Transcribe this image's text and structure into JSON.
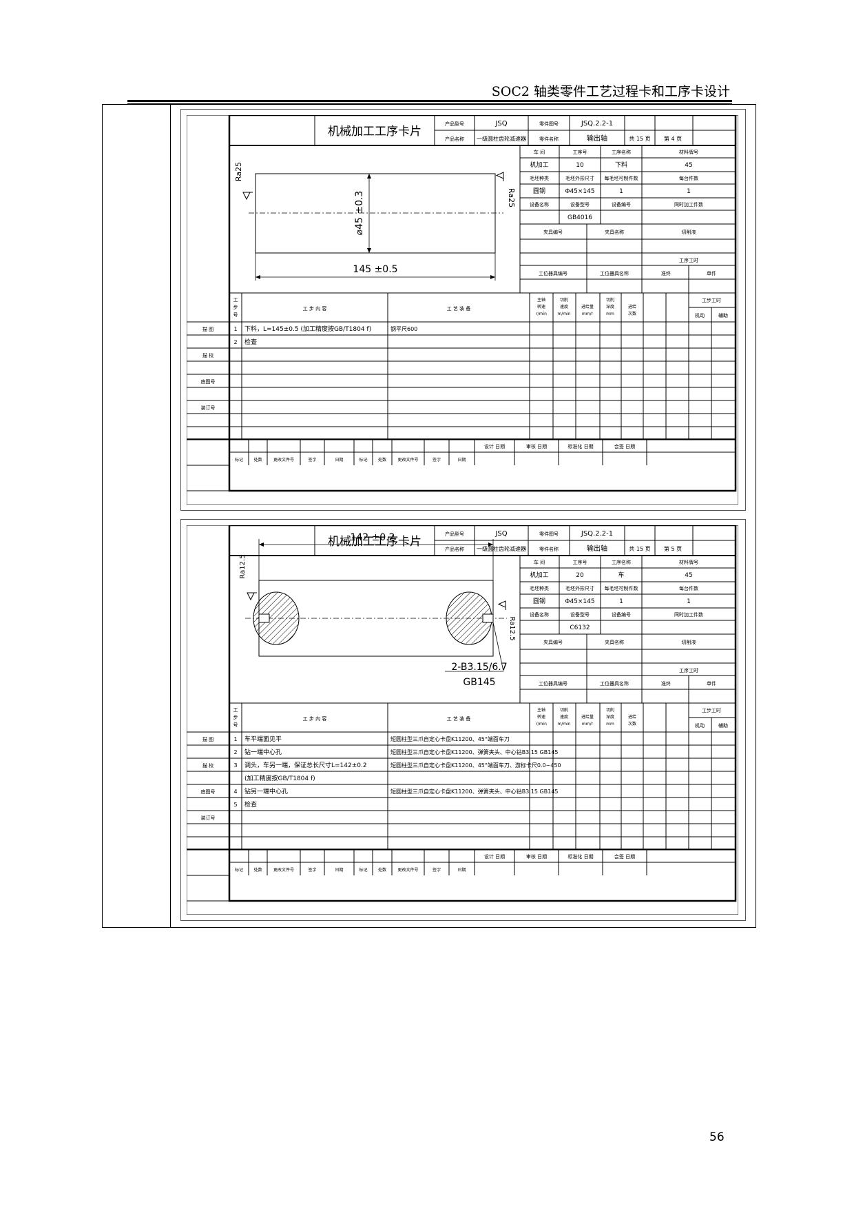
{
  "header": {
    "title": "SOC2 轴类零件工艺过程卡和工序卡设计"
  },
  "page_number": "56",
  "labels": {
    "card_title": "机械加工工序卡片",
    "product_model": "产品型号",
    "product_name": "产品名称",
    "part_drawing_no": "零件图号",
    "part_name": "零件名称",
    "total": "共",
    "page": "第",
    "sheet": "页",
    "workshop": "车 间",
    "process_no": "工序号",
    "process_name": "工序名称",
    "material_grade": "材料牌号",
    "blank_type": "毛坯种类",
    "blank_dims": "毛坯外形尺寸",
    "blanks_per_piece": "每毛坯可制件数",
    "pieces_per_unit": "每台件数",
    "equipment_name": "设备名称",
    "equipment_model": "设备型号",
    "equipment_no": "设备编号",
    "concurrent_pieces": "同时加工件数",
    "fixture_no": "夹具编号",
    "fixture_name": "夹具名称",
    "coolant": "切削液",
    "station_tool_no": "工位器具编号",
    "station_tool_name": "工位器具名称",
    "process_time": "工序工时",
    "time_standard": "准终",
    "time_unit": "单件",
    "step_no": [
      "工",
      "步",
      "号"
    ],
    "step_content": "工 步 内 容",
    "process_equipment": "工 艺 装 备",
    "spindle_speed": [
      "主轴",
      "转速",
      "r/min"
    ],
    "cutting_speed": [
      "切削",
      "速度",
      "m/min"
    ],
    "feed": [
      "进给量",
      "mm/r"
    ],
    "cut_depth": [
      "切削",
      "深度",
      "mm"
    ],
    "feed_count": [
      "进给",
      "次数"
    ],
    "step_time": "工步工时",
    "step_time_machine": "机动",
    "step_time_aux": "辅助",
    "design_date": "设计 日期",
    "review_date": "审核 日期",
    "standard_date": "标准化 日期",
    "sign_date": "会签 日期",
    "rev_mark": "标记",
    "rev_count": "处数",
    "rev_doc": "更改文件号",
    "rev_sign": "签字",
    "rev_date": "日期",
    "side_drawing": "描 图",
    "side_check": "描 校",
    "side_base": "底图号",
    "side_binding": "装订号"
  },
  "cards": [
    {
      "product_model": "JSQ",
      "product_name": "一级圆柱齿轮减速器",
      "part_drawing_no": "JSQ.2.2-1",
      "part_name": "输出轴",
      "total_pages": "15",
      "page_no": "4",
      "workshop": "机加工",
      "process_no": "10",
      "process_name": "下料",
      "material": "45",
      "blank_type": "圆钢",
      "blank_dims": "Φ45×145",
      "blanks_per_piece": "1",
      "pieces_per_unit": "1",
      "equipment_model": "GB4016",
      "drawing": {
        "dim_length": "145 ±0.5",
        "dim_diameter": "⌀45 ±0.3",
        "roughness_left": "Ra25",
        "roughness_right": "Ra25"
      },
      "steps": [
        {
          "no": "1",
          "content": "下料，L=145±0.5 (加工精度按GB/T1804 f)",
          "equipment": "钢平尺600"
        },
        {
          "no": "2",
          "content": "检查",
          "equipment": ""
        }
      ]
    },
    {
      "product_model": "JSQ",
      "product_name": "一级圆柱齿轮减速器",
      "part_drawing_no": "JSQ.2.2-1",
      "part_name": "输出轴",
      "total_pages": "15",
      "page_no": "5",
      "workshop": "机加工",
      "process_no": "20",
      "process_name": "车",
      "material": "45",
      "blank_type": "圆钢",
      "blank_dims": "Φ45×145",
      "blanks_per_piece": "1",
      "pieces_per_unit": "1",
      "equipment_model": "C6132",
      "drawing": {
        "dim_length": "142 ±0.2",
        "roughness_left": "Ra12.5",
        "roughness_right": "Ra12.5",
        "center_hole": "2-B3.15/6.7",
        "center_std": "GB145"
      },
      "steps": [
        {
          "no": "1",
          "content": "车平端面见平",
          "equipment": "短圆柱型三爪自定心卡盘K11200、45°端面车刀"
        },
        {
          "no": "2",
          "content": "钻一端中心孔",
          "equipment": "短圆柱型三爪自定心卡盘K11200、弹簧夹头、中心钻B3.15 GB145"
        },
        {
          "no": "3",
          "content": "调头，车另一端，保证总长尺寸L=142±0.2",
          "equipment": "短圆柱型三爪自定心卡盘K11200、45°端面车刀、游标卡尺0.0~450"
        },
        {
          "no": "",
          "content": "(加工精度按GB/T1804 f)",
          "equipment": ""
        },
        {
          "no": "4",
          "content": "钻另一端中心孔",
          "equipment": "短圆柱型三爪自定心卡盘K11200、弹簧夹头、中心钻B3.15 GB145"
        },
        {
          "no": "5",
          "content": "检查",
          "equipment": ""
        }
      ]
    }
  ]
}
